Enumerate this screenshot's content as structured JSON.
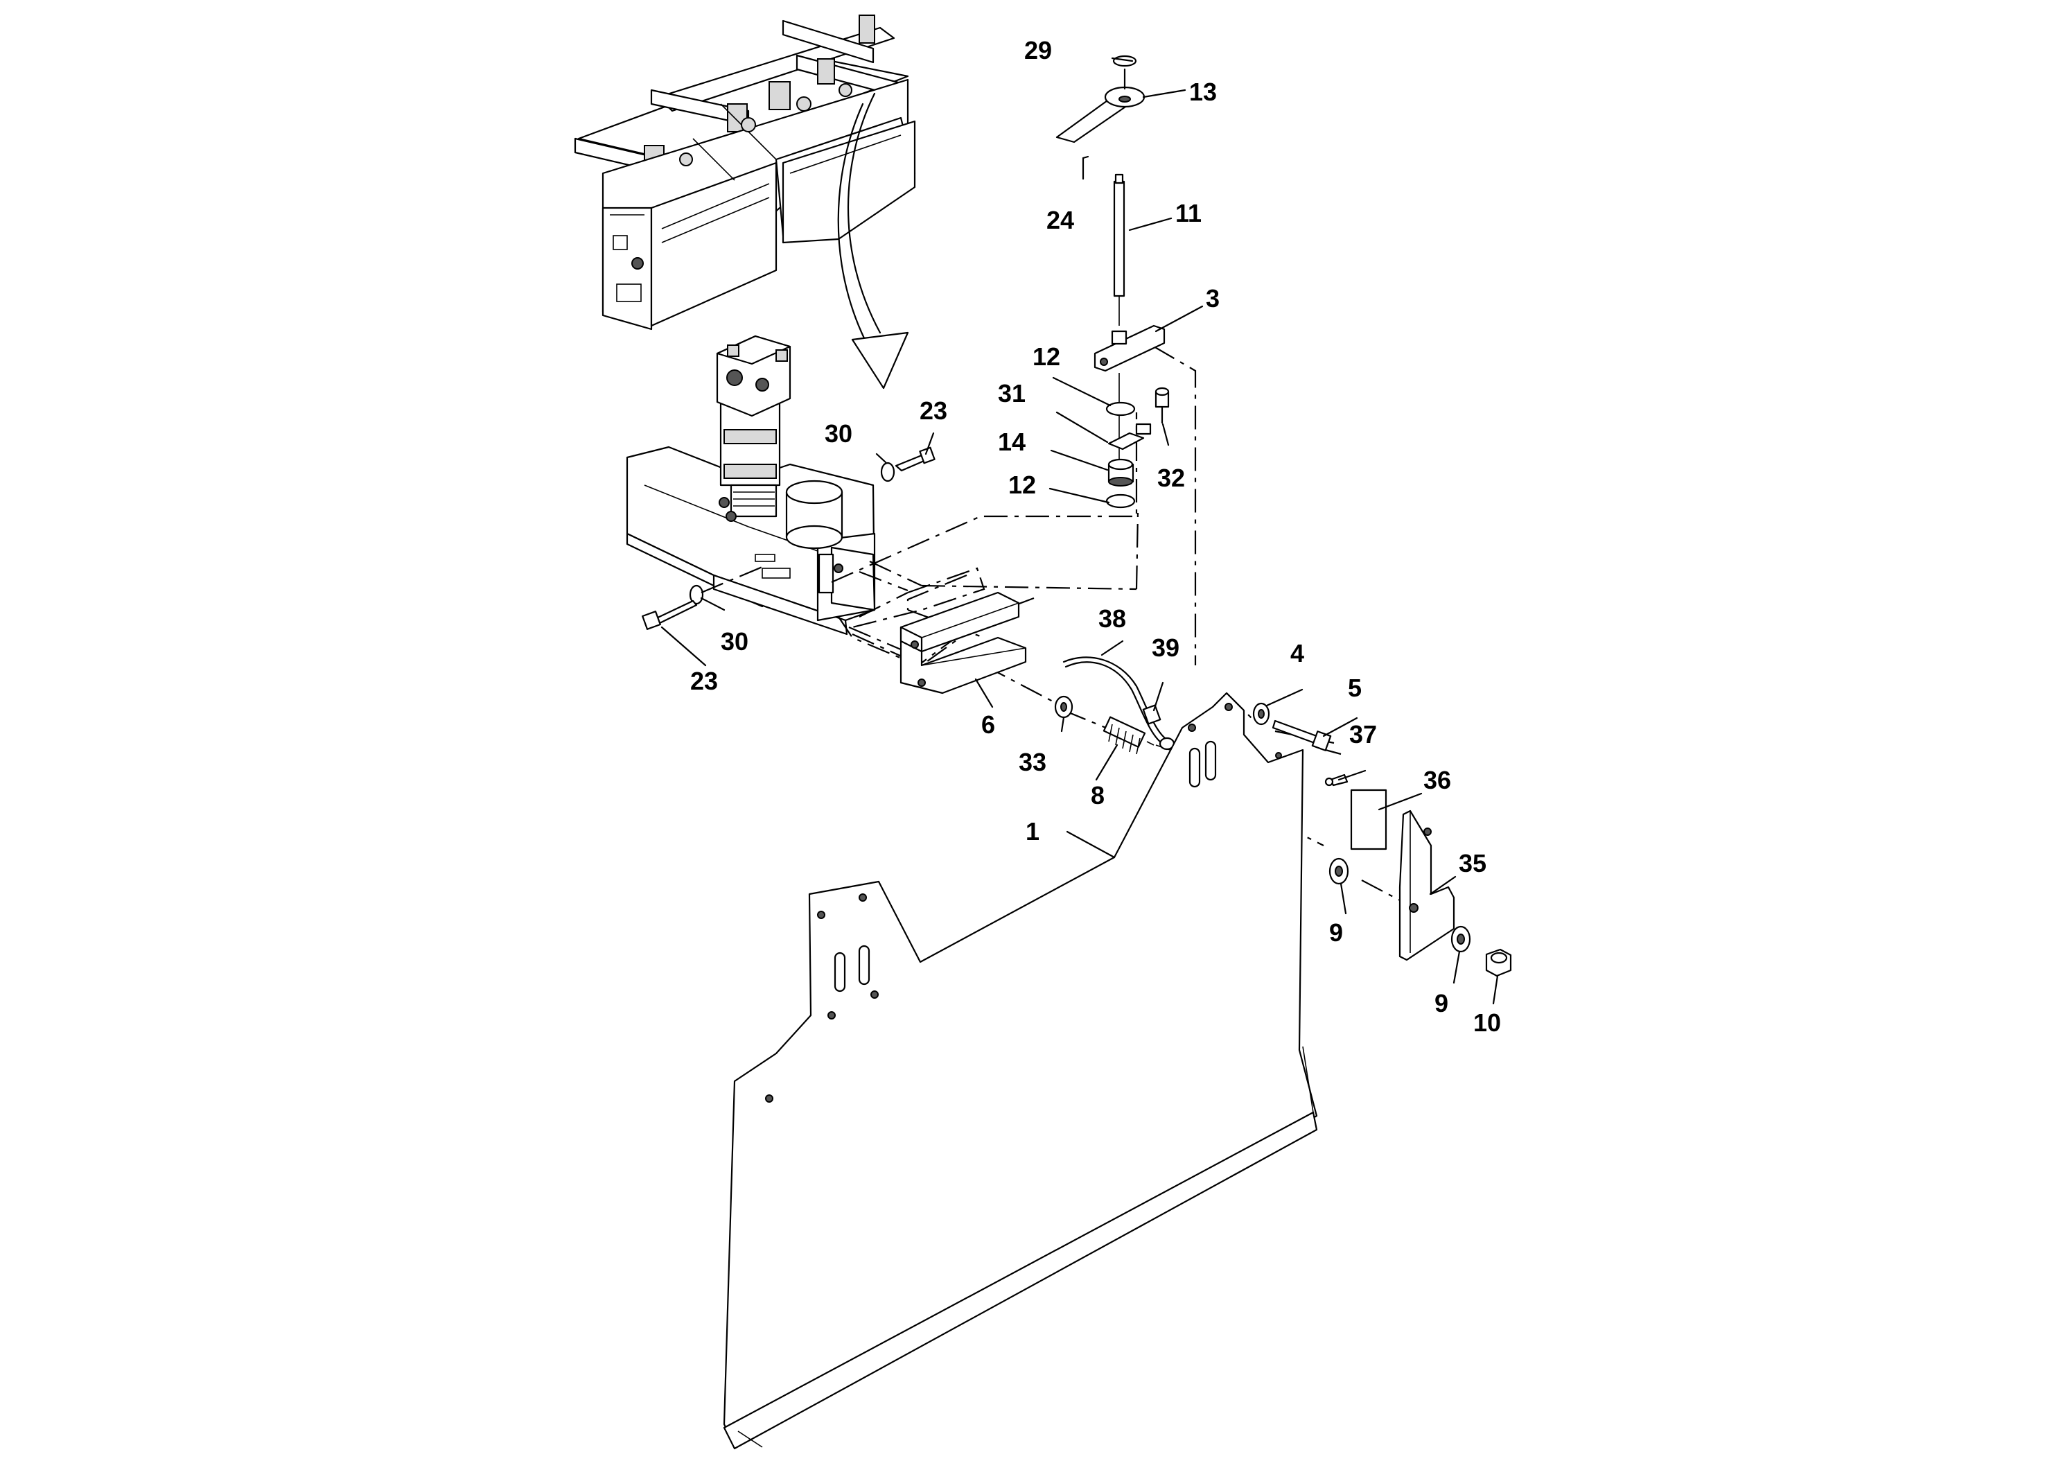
{
  "callouts": {
    "c1": "1",
    "c3": "3",
    "c4": "4",
    "c5": "5",
    "c6": "6",
    "c8": "8",
    "c9a": "9",
    "c9b": "9",
    "c10": "10",
    "c11": "11",
    "c12a": "12",
    "c12b": "12",
    "c13": "13",
    "c14": "14",
    "c23a": "23",
    "c23b": "23",
    "c24": "24",
    "c29": "29",
    "c30a": "30",
    "c30b": "30",
    "c31": "31",
    "c32": "32",
    "c33": "33",
    "c35": "35",
    "c36": "36",
    "c37": "37",
    "c38": "38",
    "c39": "39"
  }
}
